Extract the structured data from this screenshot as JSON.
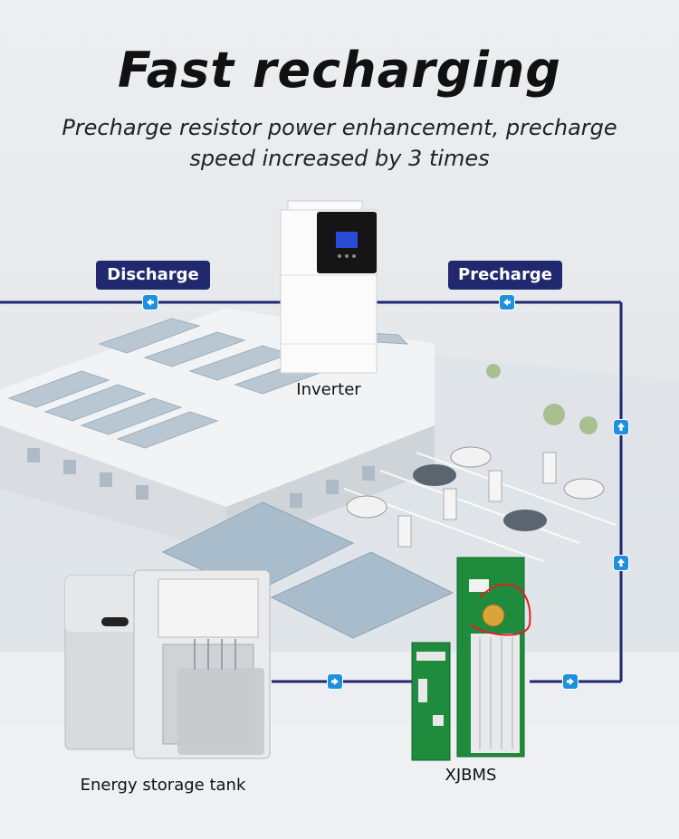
{
  "title": "Fast recharging",
  "subtitle": "Precharge resistor power enhancement, precharge speed increased by 3 times",
  "badges": {
    "discharge": "Discharge",
    "precharge": "Precharge"
  },
  "labels": {
    "inverter": "Inverter",
    "tank": "Energy storage tank",
    "bms": "XJBMS"
  },
  "colors": {
    "line": "#20296e",
    "badge": "#20296e",
    "arrow": "#1e90e0"
  }
}
